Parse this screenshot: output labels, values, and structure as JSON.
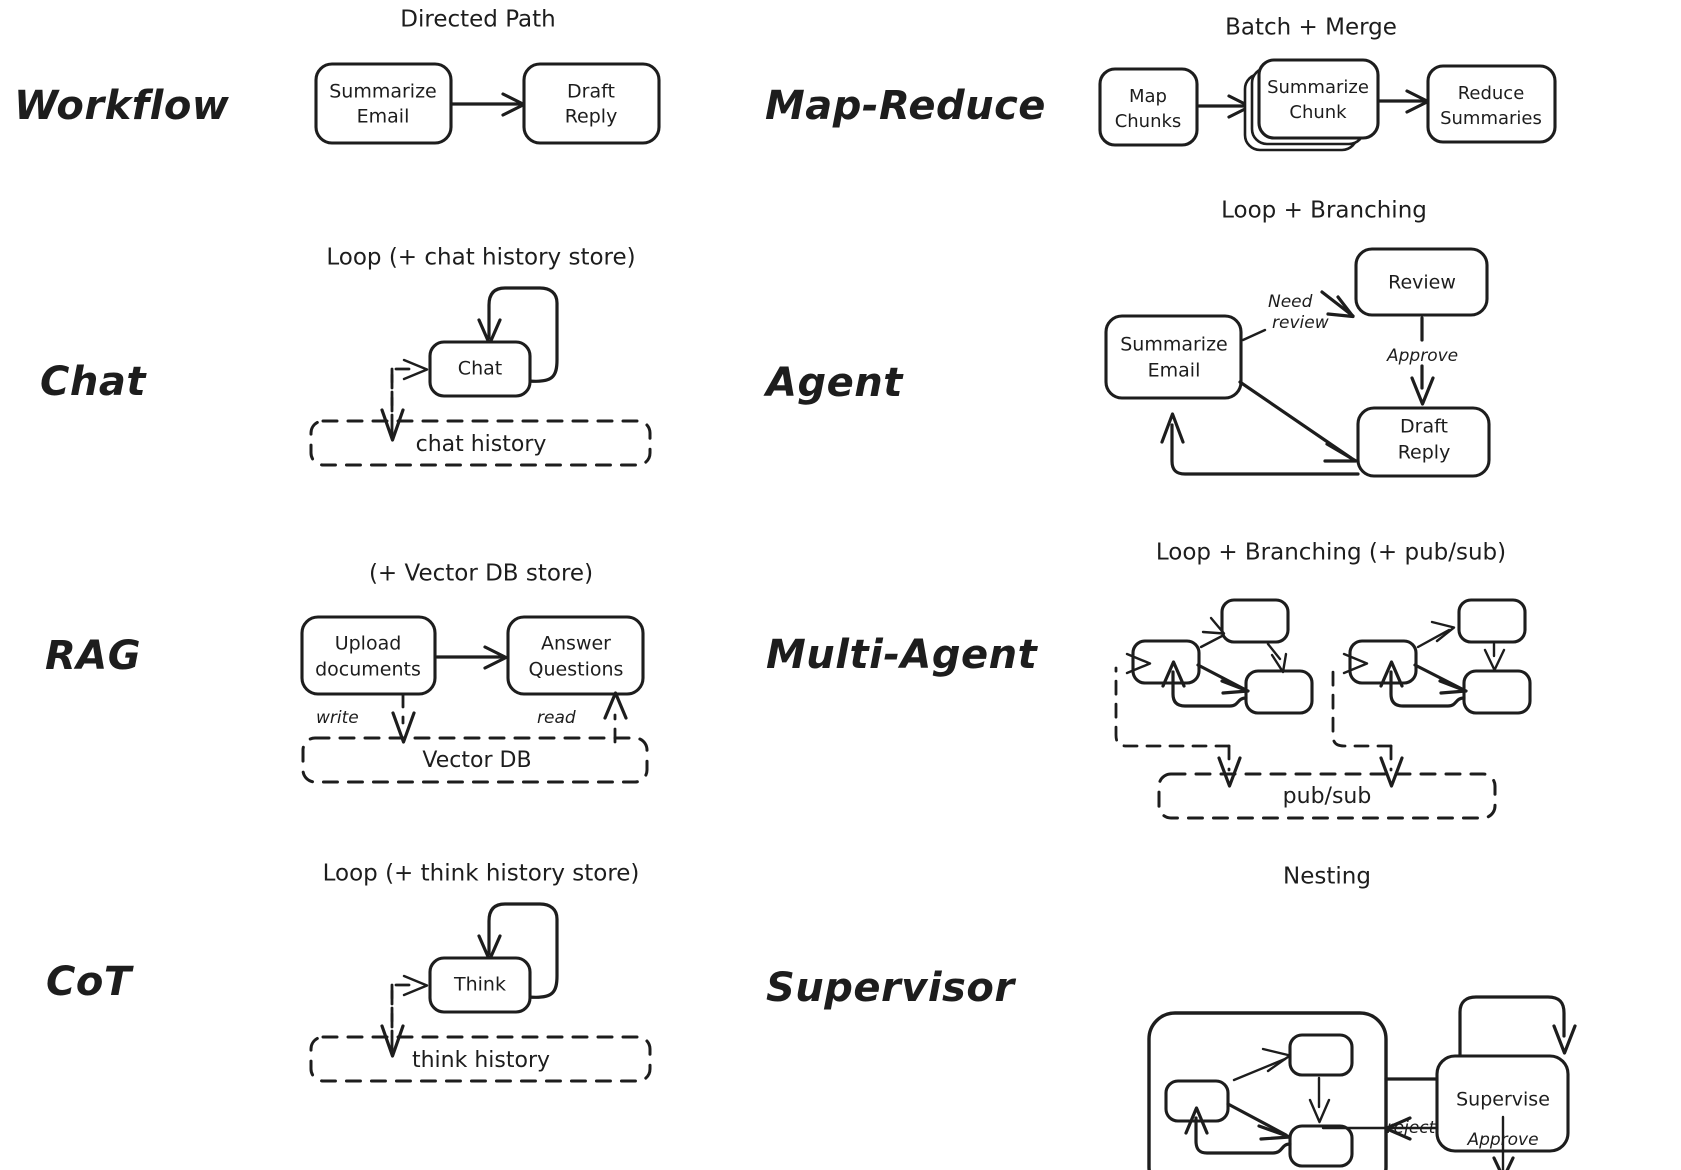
{
  "figure": {
    "background": "#ffffff",
    "ink": "#1d1d1d",
    "rows": [
      {
        "id": "workflow",
        "left": {
          "label": "Workflow",
          "caption": "Directed Path",
          "nodes": [
            {
              "id": "summarize-email",
              "lines": [
                "Summarize",
                "Email"
              ]
            },
            {
              "id": "draft-reply",
              "lines": [
                "Draft",
                "Reply"
              ]
            }
          ],
          "stores": [],
          "edge_labels": []
        },
        "right": {
          "label": "Map-Reduce",
          "caption": "Batch + Merge",
          "nodes": [
            {
              "id": "map-chunks",
              "lines": [
                "Map",
                "Chunks"
              ]
            },
            {
              "id": "summarize-chunk",
              "lines": [
                "Summarize",
                "Chunk"
              ],
              "stacked": true
            },
            {
              "id": "reduce-summaries",
              "lines": [
                "Reduce",
                "Summaries"
              ]
            }
          ],
          "stores": [],
          "edge_labels": []
        }
      },
      {
        "id": "chat",
        "left": {
          "label": "Chat",
          "caption": "Loop (+ chat history store)",
          "nodes": [
            {
              "id": "chat-node",
              "lines": [
                "Chat"
              ]
            }
          ],
          "stores": [
            {
              "id": "chat-history",
              "label": "chat history"
            }
          ],
          "edge_labels": []
        },
        "right": {
          "label": "Agent",
          "caption": "Loop + Branching",
          "nodes": [
            {
              "id": "summarize-email",
              "lines": [
                "Summarize",
                "Email"
              ]
            },
            {
              "id": "review",
              "lines": [
                "Review"
              ]
            },
            {
              "id": "draft-reply",
              "lines": [
                "Draft",
                "Reply"
              ]
            }
          ],
          "stores": [],
          "edge_labels": [
            {
              "id": "need-review",
              "lines": [
                "Need",
                "review"
              ]
            },
            {
              "id": "approve",
              "lines": [
                "Approve"
              ]
            }
          ]
        }
      },
      {
        "id": "rag",
        "left": {
          "label": "RAG",
          "caption": "(+ Vector DB store)",
          "nodes": [
            {
              "id": "upload-documents",
              "lines": [
                "Upload",
                "documents"
              ]
            },
            {
              "id": "answer-questions",
              "lines": [
                "Answer",
                "Questions"
              ]
            }
          ],
          "stores": [
            {
              "id": "vector-db",
              "label": "Vector DB"
            }
          ],
          "edge_labels": [
            {
              "id": "write",
              "lines": [
                "write"
              ]
            },
            {
              "id": "read",
              "lines": [
                "read"
              ]
            }
          ]
        },
        "right": {
          "label": "Multi-Agent",
          "caption": "Loop + Branching (+ pub/sub)",
          "nodes": [
            {
              "id": "agent-a-1",
              "lines": []
            },
            {
              "id": "agent-a-2",
              "lines": []
            },
            {
              "id": "agent-a-3",
              "lines": []
            },
            {
              "id": "agent-b-1",
              "lines": []
            },
            {
              "id": "agent-b-2",
              "lines": []
            },
            {
              "id": "agent-b-3",
              "lines": []
            }
          ],
          "stores": [
            {
              "id": "pub-sub",
              "label": "pub/sub"
            }
          ],
          "edge_labels": []
        }
      },
      {
        "id": "cot",
        "left": {
          "label": "CoT",
          "caption": "Loop (+ think history store)",
          "nodes": [
            {
              "id": "think-node",
              "lines": [
                "Think"
              ]
            }
          ],
          "stores": [
            {
              "id": "think-history",
              "label": "think history"
            }
          ],
          "edge_labels": []
        },
        "right": {
          "label": "Supervisor",
          "caption": "Nesting",
          "nodes": [
            {
              "id": "nested-1",
              "lines": []
            },
            {
              "id": "nested-2",
              "lines": []
            },
            {
              "id": "nested-3",
              "lines": []
            },
            {
              "id": "supervise",
              "lines": [
                "Supervise"
              ]
            }
          ],
          "stores": [],
          "edge_labels": [
            {
              "id": "reject",
              "lines": [
                "reject"
              ]
            },
            {
              "id": "approve",
              "lines": [
                "Approve"
              ]
            }
          ]
        }
      }
    ]
  },
  "text": {
    "workflow_label": "Workflow",
    "workflow_caption": "Directed Path",
    "workflow_n1a": "Summarize",
    "workflow_n1b": "Email",
    "workflow_n2a": "Draft",
    "workflow_n2b": "Reply",
    "mapreduce_label": "Map-Reduce",
    "mapreduce_caption": "Batch + Merge",
    "mapreduce_n1a": "Map",
    "mapreduce_n1b": "Chunks",
    "mapreduce_n2a": "Summarize",
    "mapreduce_n2b": "Chunk",
    "mapreduce_n3a": "Reduce",
    "mapreduce_n3b": "Summaries",
    "chat_label": "Chat",
    "chat_caption": "Loop (+ chat history store)",
    "chat_node": "Chat",
    "chat_store": "chat history",
    "agent_label": "Agent",
    "agent_caption": "Loop + Branching",
    "agent_n1a": "Summarize",
    "agent_n1b": "Email",
    "agent_n2": "Review",
    "agent_n3a": "Draft",
    "agent_n3b": "Reply",
    "agent_e1a": "Need",
    "agent_e1b": "review",
    "agent_e2": "Approve",
    "rag_label": "RAG",
    "rag_caption": "(+ Vector DB store)",
    "rag_n1a": "Upload",
    "rag_n1b": "documents",
    "rag_n2a": "Answer",
    "rag_n2b": "Questions",
    "rag_store": "Vector DB",
    "rag_write": "write",
    "rag_read": "read",
    "multiagent_label": "Multi-Agent",
    "multiagent_caption": "Loop + Branching (+ pub/sub)",
    "multiagent_store": "pub/sub",
    "cot_label": "CoT",
    "cot_caption": "Loop (+ think history store)",
    "cot_node": "Think",
    "cot_store": "think history",
    "supervisor_label": "Supervisor",
    "supervisor_caption": "Nesting",
    "supervisor_node": "Supervise",
    "supervisor_reject": "reject",
    "supervisor_approve": "Approve"
  }
}
